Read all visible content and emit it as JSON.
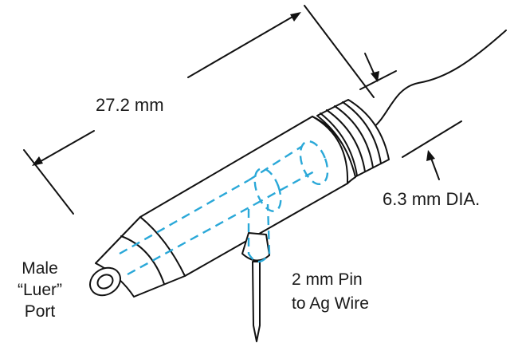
{
  "labels": {
    "length": "27.2 mm",
    "diameter": "6.3 mm DIA.",
    "port_line1": "Male",
    "port_line2": "“Luer”",
    "port_line3": "Port",
    "pin_line1": "2 mm Pin",
    "pin_line2": "to Ag Wire"
  },
  "colors": {
    "line": "#111111",
    "hidden": "#2aa8d8",
    "background": "#ffffff"
  }
}
